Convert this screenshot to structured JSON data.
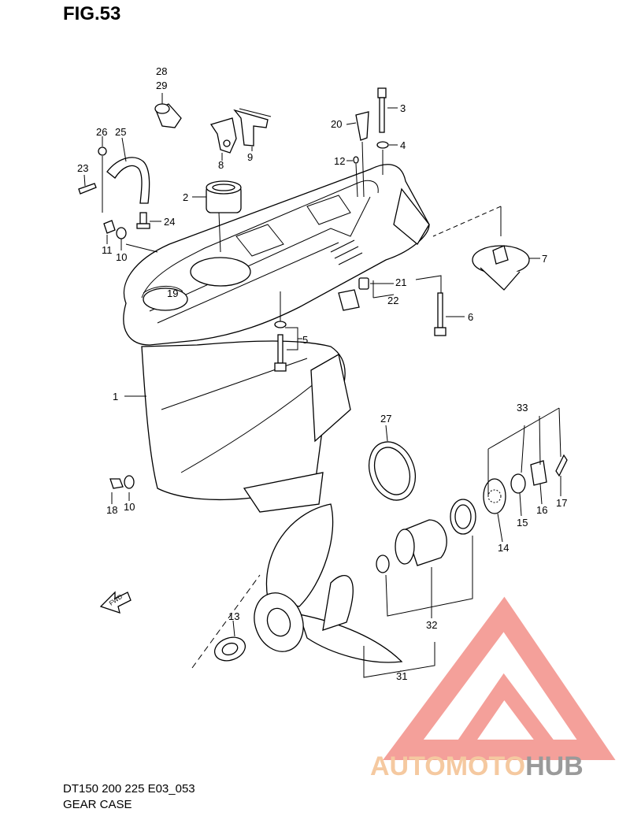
{
  "figure": {
    "title": "FIG.53",
    "code": "DT150 200 225 E03_053",
    "name": "GEAR CASE"
  },
  "watermark": {
    "part1": "AUTOMOTO",
    "part2": "HUB",
    "color_primary": "#f4a09a",
    "color_secondary": "#9a9a9a",
    "color_accent": "#f5c9a0"
  },
  "fwd_arrow": {
    "label": "FWD"
  },
  "callouts": [
    {
      "id": "c1",
      "label": "1"
    },
    {
      "id": "c2",
      "label": "2"
    },
    {
      "id": "c3",
      "label": "3"
    },
    {
      "id": "c4",
      "label": "4"
    },
    {
      "id": "c5",
      "label": "5"
    },
    {
      "id": "c6",
      "label": "6"
    },
    {
      "id": "c7",
      "label": "7"
    },
    {
      "id": "c8",
      "label": "8"
    },
    {
      "id": "c9",
      "label": "9"
    },
    {
      "id": "c10a",
      "label": "10"
    },
    {
      "id": "c10b",
      "label": "10"
    },
    {
      "id": "c11",
      "label": "11"
    },
    {
      "id": "c12",
      "label": "12"
    },
    {
      "id": "c13",
      "label": "13"
    },
    {
      "id": "c14",
      "label": "14"
    },
    {
      "id": "c15",
      "label": "15"
    },
    {
      "id": "c16",
      "label": "16"
    },
    {
      "id": "c17",
      "label": "17"
    },
    {
      "id": "c18",
      "label": "18"
    },
    {
      "id": "c19",
      "label": "19"
    },
    {
      "id": "c20",
      "label": "20"
    },
    {
      "id": "c21",
      "label": "21"
    },
    {
      "id": "c22",
      "label": "22"
    },
    {
      "id": "c23",
      "label": "23"
    },
    {
      "id": "c24",
      "label": "24"
    },
    {
      "id": "c25",
      "label": "25"
    },
    {
      "id": "c26",
      "label": "26"
    },
    {
      "id": "c27",
      "label": "27"
    },
    {
      "id": "c28",
      "label": "28"
    },
    {
      "id": "c29",
      "label": "29"
    },
    {
      "id": "c31",
      "label": "31"
    },
    {
      "id": "c32",
      "label": "32"
    },
    {
      "id": "c33",
      "label": "33"
    }
  ]
}
